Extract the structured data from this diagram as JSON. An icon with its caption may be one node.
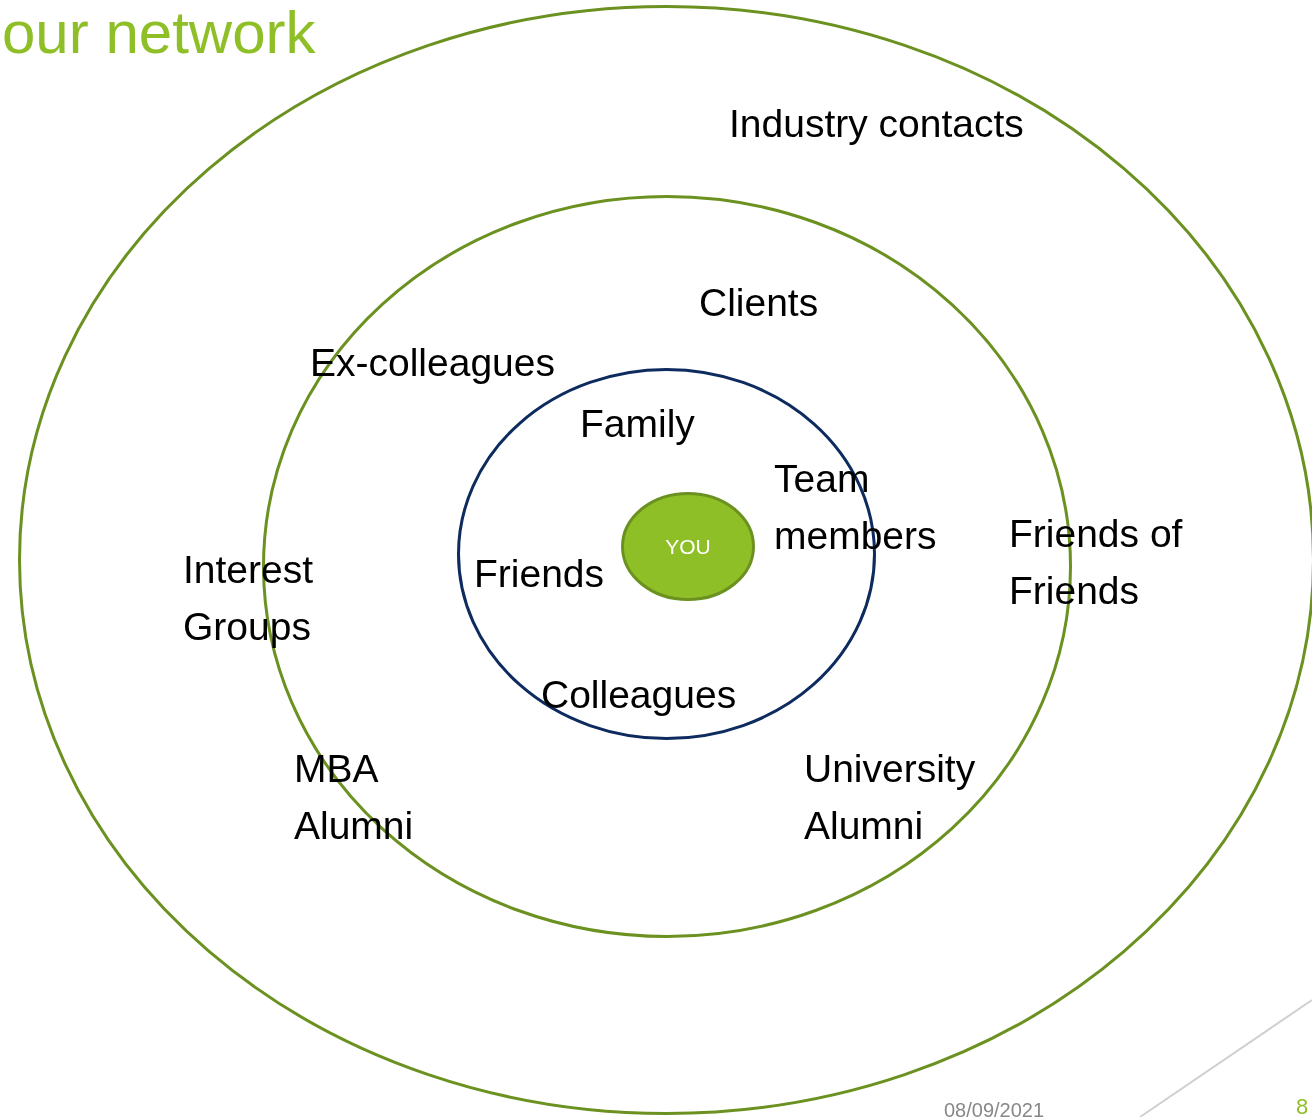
{
  "diagram": {
    "title": "our network",
    "nodes": [
      {
        "text": [],
        "shape": "circle"
      },
      {
        "text": [],
        "shape": "circle",
        "in": 0
      },
      {
        "text": [],
        "shape": "circle",
        "in": 1
      },
      {
        "text": [
          "YOU"
        ],
        "in": 2
      }
    ],
    "edges": [],
    "labels": [
      "Industry contacts",
      "Clients",
      "Ex-colleagues",
      "Family",
      "Team members",
      "Friends of Friends",
      "Interest Groups",
      "Friends",
      "Colleagues",
      "MBA Alumni",
      "University Alumni",
      "08/09/2021",
      "8"
    ]
  }
}
